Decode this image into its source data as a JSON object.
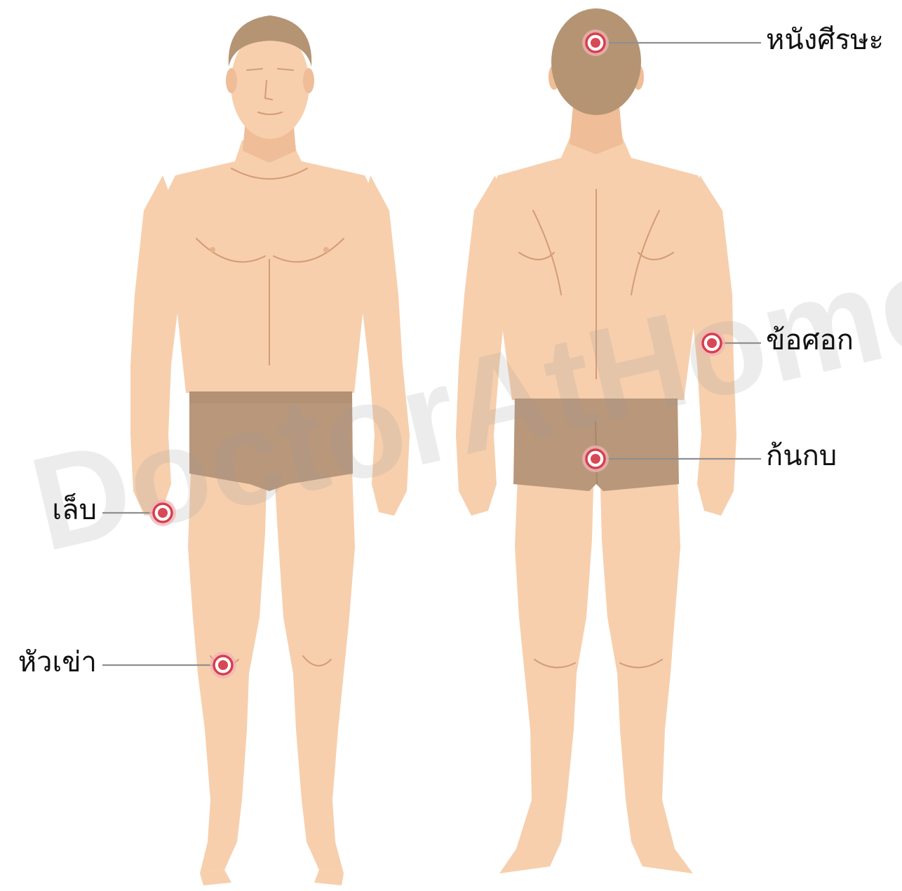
{
  "watermark": "DoctorAtHome.com",
  "figures": {
    "front": "front-view",
    "back": "back-view"
  },
  "labels": {
    "scalp": "หนังศีรษะ",
    "elbow": "ข้อศอก",
    "buttocks": "ก้นกบ",
    "nail": "เล็บ",
    "knee": "หัวเข่า"
  },
  "colors": {
    "skin": "#f7cfad",
    "hair": "#b59474",
    "shorts": "#b9977b",
    "marker": "#d84955",
    "leader": "#8f8f8f"
  }
}
